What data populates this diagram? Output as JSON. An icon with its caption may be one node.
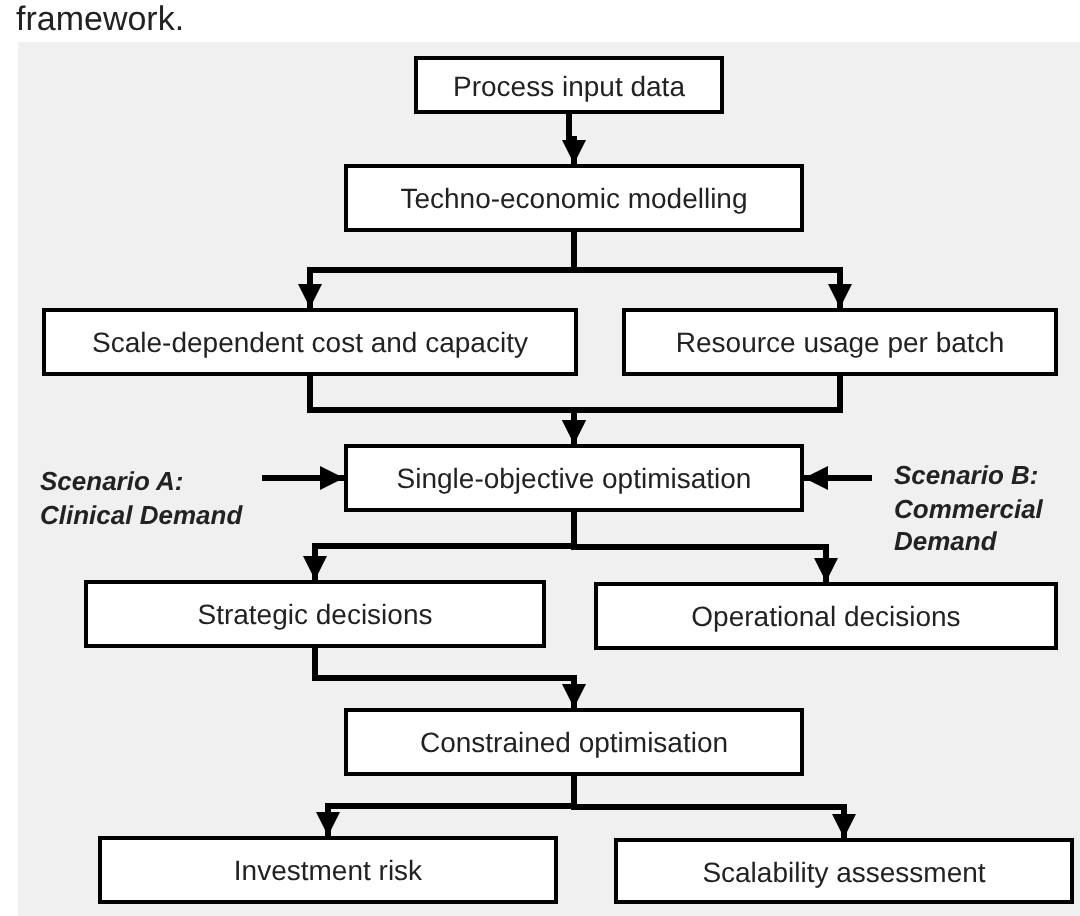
{
  "diagram": {
    "nodes": [
      {
        "text": [
          "Process input data"
        ]
      },
      {
        "text": [
          "Techno-economic modelling"
        ]
      },
      {
        "text": [
          "Scale-dependent cost and capacity"
        ]
      },
      {
        "text": [
          "Resource usage per batch"
        ]
      },
      {
        "text": [
          "Scenario A: Clinical Demand"
        ]
      },
      {
        "text": [
          "Single-objective optimisation"
        ]
      },
      {
        "text": [
          "Scenario B: Commercial Demand"
        ]
      },
      {
        "text": [
          "Strategic decisions"
        ]
      },
      {
        "text": [
          "Operational decisions"
        ]
      },
      {
        "text": [
          "Constrained optimisation"
        ]
      },
      {
        "text": [
          "Investment risk"
        ]
      },
      {
        "text": [
          "Scalability assessment"
        ]
      }
    ],
    "edges": [
      {
        "from": 0,
        "to": 1,
        "arrow": "to"
      },
      {
        "from": 1,
        "to": 2,
        "arrow": "to"
      },
      {
        "from": 1,
        "to": 3,
        "arrow": "to"
      },
      {
        "from": 2,
        "to": 5,
        "arrow": "to"
      },
      {
        "from": 3,
        "to": 5,
        "arrow": "to"
      },
      {
        "from": 4,
        "to": 5,
        "arrow": "to"
      },
      {
        "from": 6,
        "to": 5,
        "arrow": "to"
      },
      {
        "from": 5,
        "to": 7,
        "arrow": "to"
      },
      {
        "from": 5,
        "to": 8,
        "arrow": "to"
      },
      {
        "from": 7,
        "to": 9,
        "arrow": "to"
      },
      {
        "from": 9,
        "to": 10,
        "arrow": "to"
      },
      {
        "from": 9,
        "to": 11,
        "arrow": "to"
      }
    ],
    "labels": [
      "framework."
    ]
  }
}
